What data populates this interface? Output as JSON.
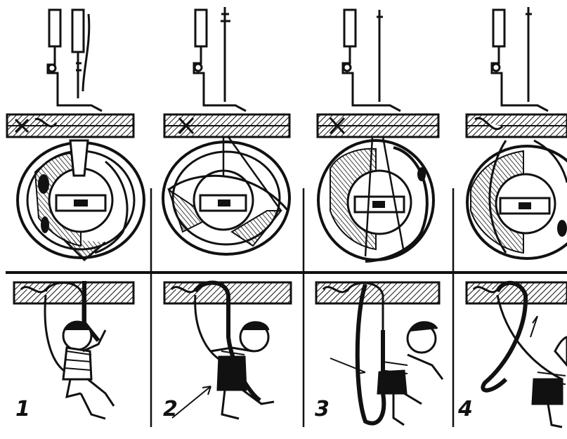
{
  "figure": {
    "description_ref": "sewing-machine-rotary-hook-stitch-formation",
    "ink_color": "#111111",
    "paper_color": "#ffffff",
    "panels": [
      {
        "number": "1"
      },
      {
        "number": "2"
      },
      {
        "number": "3"
      },
      {
        "number": "4"
      }
    ]
  }
}
